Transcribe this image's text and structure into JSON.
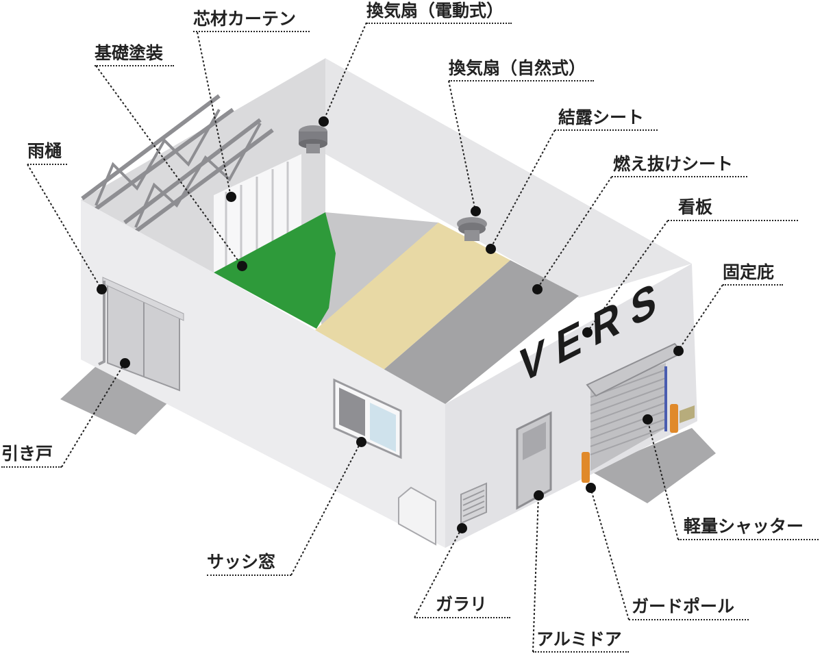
{
  "labels": {
    "shincai_curtain": "芯材カーテン",
    "fan_electric": "換気扇（電動式）",
    "kiso_tosou": "基礎塗装",
    "fan_natural": "換気扇（自然式）",
    "ketsuro_sheet": "結露シート",
    "amadoi": "雨樋",
    "moenuke_sheet": "燃え抜けシート",
    "kanban": "看板",
    "kotei_hisashi": "固定庇",
    "hikido": "引き戸",
    "sash_mado": "サッシ窓",
    "garari": "ガラリ",
    "aluminum_door": "アルミドア",
    "guard_pole": "ガードポール",
    "shutter": "軽量シャッター"
  },
  "sign_text": "VERS",
  "colors": {
    "wall": "#e9e9eb",
    "wall_dark": "#dcdcdf",
    "floor_green": "#2e9a3a",
    "floor_beige": "#e8d9a5",
    "floor_gray": "#a3a3a5",
    "pole_orange": "#e0892a",
    "line": "#222222"
  }
}
